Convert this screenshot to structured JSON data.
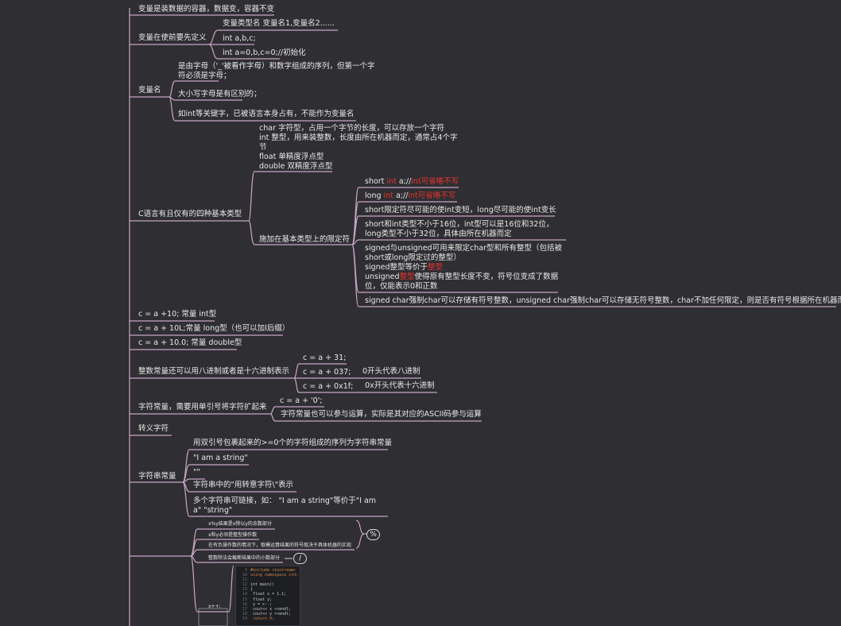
{
  "nodes": {
    "container": "变量是装数据的容器，数据变，容器不变",
    "define_first": "变量在使前要先定义",
    "decl_syntax": "变量类型名  变量名1,变量名2......",
    "decl_ex1": "int a,b,c;",
    "decl_ex2": "int a=0,b,c=0;//初始化",
    "var_name": "变量名",
    "name_rule1": "是由字母（'_'被看作字母）和数字组成的序列，但第一个字符必须是字母；",
    "name_rule2": "大小写字母是有区别的；",
    "name_rule3": "如int等关键字，已被语言本身占有，不能作为变量名",
    "four_types": "C语言有且仅有的四种基本类型",
    "types_desc": [
      "char 字符型，占用一个字节的长度，可以存放一个字符",
      "int 整型，用来装整数，长度由所在机器而定，通常占4个字节",
      "float 单精度浮点型",
      "double 双精度浮点型"
    ],
    "qualifiers": "施加在基本类型上的限定符",
    "q_short": {
      "a": "short ",
      "b": "int",
      "c": " a;//",
      "d": "int可省略不写"
    },
    "q_long": {
      "a": "long ",
      "b": "int",
      "c": " a;//",
      "d": "int可省略不写"
    },
    "q3": "short限定符尽可能的使int变短，long尽可能的使int变长",
    "q4": "short和int类型不小于16位，int型可以是16位和32位，long类型不小于32位，具体由所在机器而定",
    "q5": {
      "l1": "signed与unsigned可用来限定char型和所有整型（包括被short或long限定过的整型）",
      "l2a": "signed整型等价于",
      "l2b": "整型",
      "l3a": "unsigned",
      "l3b": "整型",
      "l3c": "使得原有整型长度不变，符号位变成了数据位，仅能表示0和正数"
    },
    "q6": "signed char强制char可以存储有符号整数，unsigned char强制char可以存储无符号整数，char不加任何限定，则是否有符号根据所在机器而定",
    "const_int": "c = a +10; 常量 int型",
    "const_long": "c = a + 10L;常量 long型（也可以加l后缀）",
    "const_double": "c = a + 10.0; 常量 double型",
    "oct_hex": "整数常量还可以用八进制或者是十六进制表示",
    "oh1": "c = a + 31;",
    "oh2": "c = a + 037;",
    "oh2_note": "0开头代表八进制",
    "oh3": "c = a + 0x1f;",
    "oh3_note": "0x开头代表十六进制",
    "char_const": "字符常量，需要用单引号将字符扩起来",
    "cc1": "c = a + '0';",
    "cc2": "字符常量也可以参与运算，实际是其对应的ASCII码参与运算",
    "escape": "转义字符",
    "string_const": "字符串常量",
    "sc1": "用双引号包裹起来的>=0个的字符组成的序列为字符串常量",
    "sc2": "\"I am a string\"",
    "sc3": "\"\"",
    "sc4": "字符串中的\"用转意字符\\\"表示",
    "sc5": "多个字符串可链接，如：  \"I am a string\"等价于\"I am a\" \"string\"",
    "mod1": "x%y结果是x除以y的余数部分",
    "mod2": "x和y必须是整型操作数",
    "mod3": "在有负操作数的情况下，取模运算结果的符号取决于具体机器的实现",
    "mod_label": "%",
    "div1": "整数除法会截断结果中的小数部分",
    "div_label": "/",
    "incr": "x++;"
  },
  "code": [
    {
      "n": "9",
      "t": "#include <iostream>"
    },
    {
      "n": "10",
      "t": "using namespace std;"
    },
    {
      "n": "11",
      "t": ""
    },
    {
      "n": "12",
      "t": "int main()"
    },
    {
      "n": "13",
      "t": "{"
    },
    {
      "n": "14",
      "t": "    float x = 1.1;"
    },
    {
      "n": "15",
      "t": "    float y;"
    },
    {
      "n": "16",
      "t": "    y = x--;"
    },
    {
      "n": "17",
      "t": "    cout<< x <<endl;"
    },
    {
      "n": "18",
      "t": "    cout<< y <<endl;"
    },
    {
      "n": "19",
      "t": "    return 0;"
    }
  ],
  "colors": {
    "background": "#2f2e33",
    "branch": "#c8a6c4",
    "highlight": "#e8332c",
    "text": "#e9e9e9"
  }
}
